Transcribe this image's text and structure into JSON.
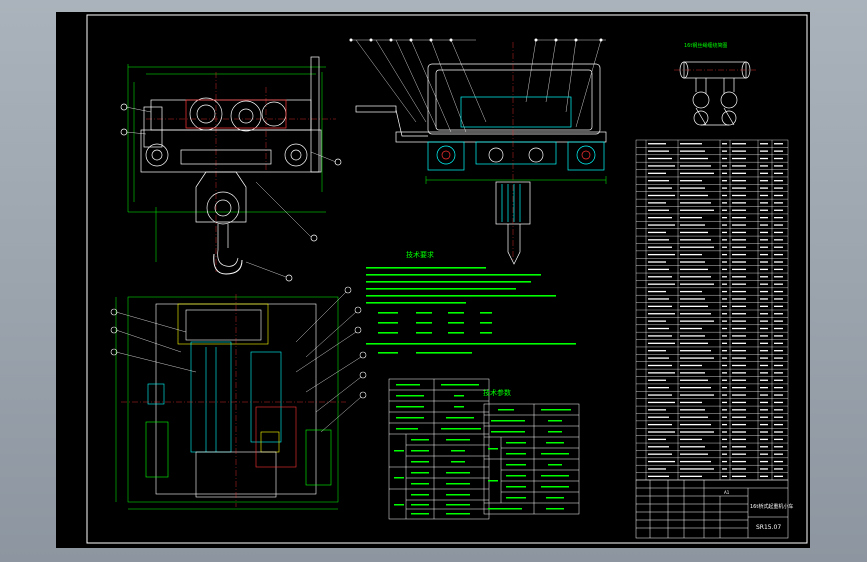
{
  "drawing": {
    "tech_requirements_title": "技术要求",
    "tech_params_title": "技术参数",
    "rope_diagram_title": "16t钢丝绳缠绕简图",
    "title_block": {
      "drawing_name": "16t桥式起重机小车",
      "drawing_code": "SR15.07",
      "scale": "A1"
    }
  },
  "colors": {
    "paper": "#000000",
    "frame": "#ffffff",
    "outline": "#ffffff",
    "dimension": "#00ff00",
    "center_line": "#ff3333",
    "parts": "#00ffff",
    "text": "#00ff00",
    "table": "#ffffff"
  }
}
